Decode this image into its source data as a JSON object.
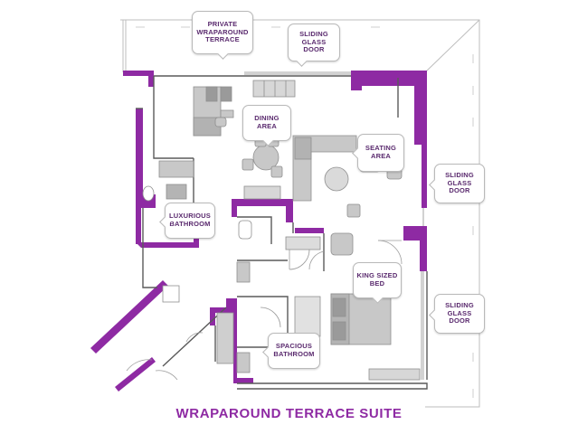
{
  "title": "WRAPAROUND TERRACE SUITE",
  "labels": {
    "terrace": "PRIVATE\nWRAPAROUND\nTERRACE",
    "sliding_top": "SLIDING\nGLASS DOOR",
    "dining": "DINING\nAREA",
    "seating": "SEATING\nAREA",
    "sliding_right_upper": "SLIDING\nGLASS DOOR",
    "luxurious_bathroom": "LUXURIOUS\nBATHROOM",
    "bed": "KING SIZED\nBED",
    "sliding_right_lower": "SLIDING\nGLASS DOOR",
    "spacious_bathroom": "SPACIOUS\nBATHROOM"
  },
  "colors": {
    "wall": "#8e2aa3",
    "outline": "#555555",
    "furniture": "#c8c8c8",
    "furniture_dark": "#9a9a9a",
    "callout_text": "#5a2a6e",
    "title": "#8e2aa3"
  }
}
